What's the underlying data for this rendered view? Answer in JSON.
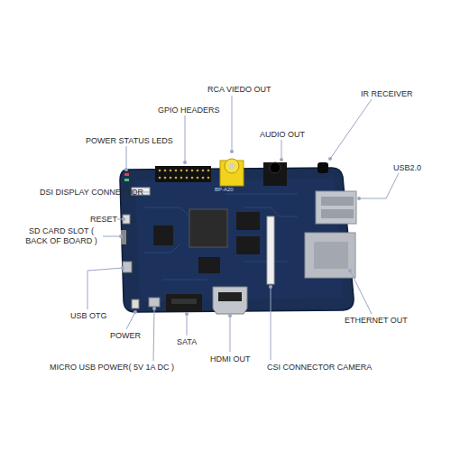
{
  "diagram": {
    "labels": [
      "RCA VIEDO OUT",
      "IR RECEIVER",
      "GPIO HEADERS",
      "AUDIO OUT",
      "POWER STATUS LEDS",
      "USB2.0",
      "DSI DISPLAY CONNECTOR",
      "RESET",
      "SD CARD SLOT ( BACK OF BOARD )",
      "USB OTG",
      "POWER",
      "ETHERNET OUT",
      "SATA",
      "MICRO USB POWER( 5V 1A DC )",
      "HDMI OUT",
      "CSI CONNECTOR CAMERA",
      "BP-A20"
    ]
  }
}
